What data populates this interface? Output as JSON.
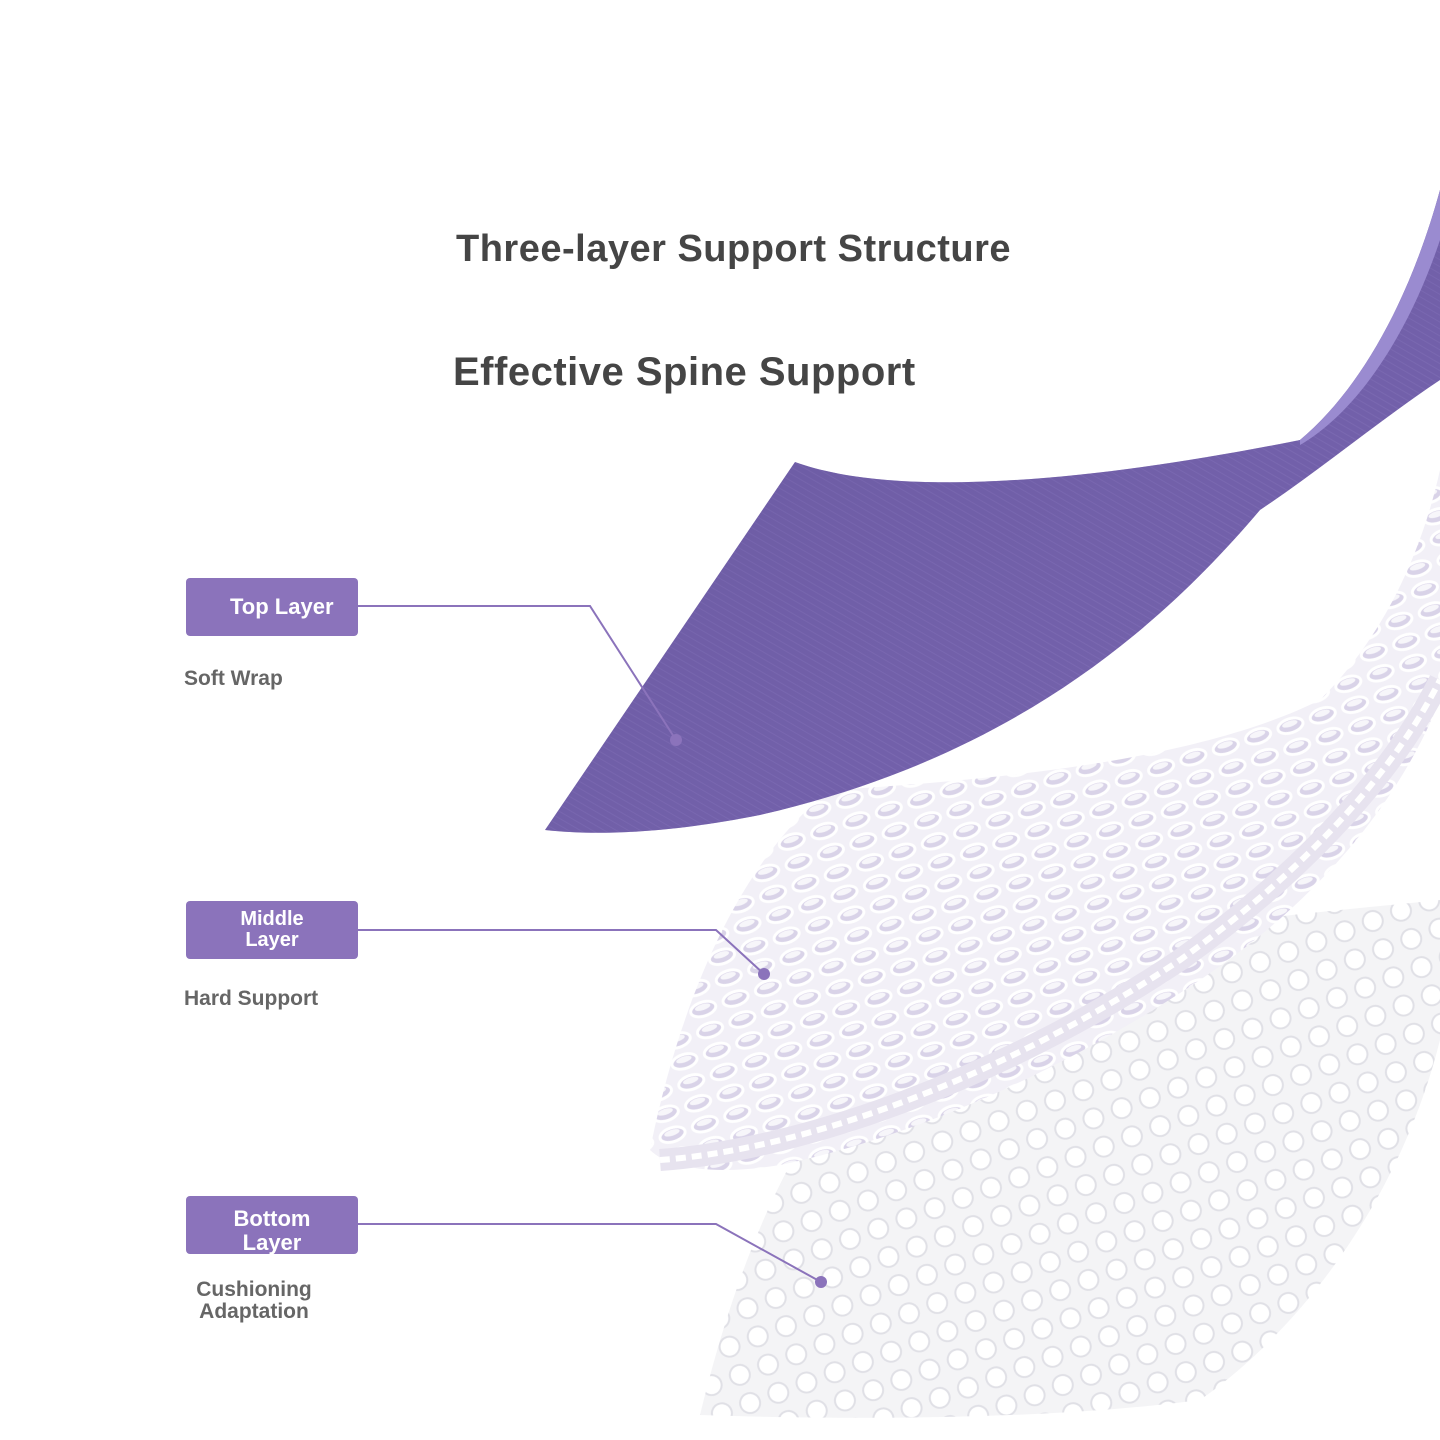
{
  "title": "Three-layer Support Structure",
  "subtitle": "Effective Spine Support",
  "layers": [
    {
      "label": "Top Layer",
      "description": "Soft Wrap"
    },
    {
      "label": "Middle Layer",
      "description": "Hard Support"
    },
    {
      "label": "Bottom Layer",
      "description": "Cushioning Adaptation"
    }
  ],
  "colors": {
    "accent": "#8b73bb",
    "top_layer": "#6f5ca6",
    "title_text": "#454545",
    "description_text": "#666666"
  }
}
